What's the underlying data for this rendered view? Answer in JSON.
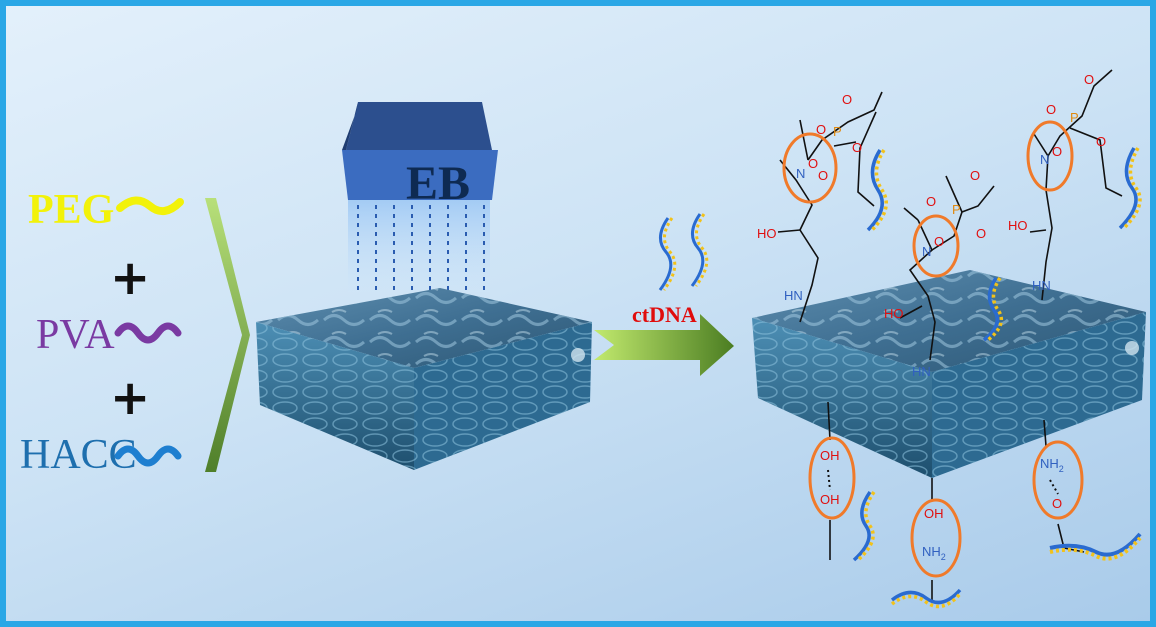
{
  "left_inputs": {
    "peg": "PEG",
    "pva": "PVA",
    "hacc": "HACC",
    "plus": "+"
  },
  "irradiation": {
    "label": "EB"
  },
  "process": {
    "arrow_label": "ctDNA"
  },
  "chem_labels": {
    "ho": "HO",
    "hn": "HN",
    "oh": "OH",
    "nh2": "NH",
    "nh2_sub": "2",
    "n_plus": "N",
    "o_minus": "O",
    "o": "O",
    "p": "P"
  },
  "colors": {
    "frame": "#2aa7e6",
    "peg_wave": "#f2f20a",
    "pva_wave": "#7a3aa2",
    "hacc_wave": "#1e7fd0",
    "eb_box": "#2f5aa0",
    "ctdna_text": "#e00c0c",
    "arrow_green": "#5f9b2c",
    "highlight_circle": "#f07a2a",
    "dna_yellow": "#f2c21a",
    "dna_blue": "#2a6bd0"
  }
}
